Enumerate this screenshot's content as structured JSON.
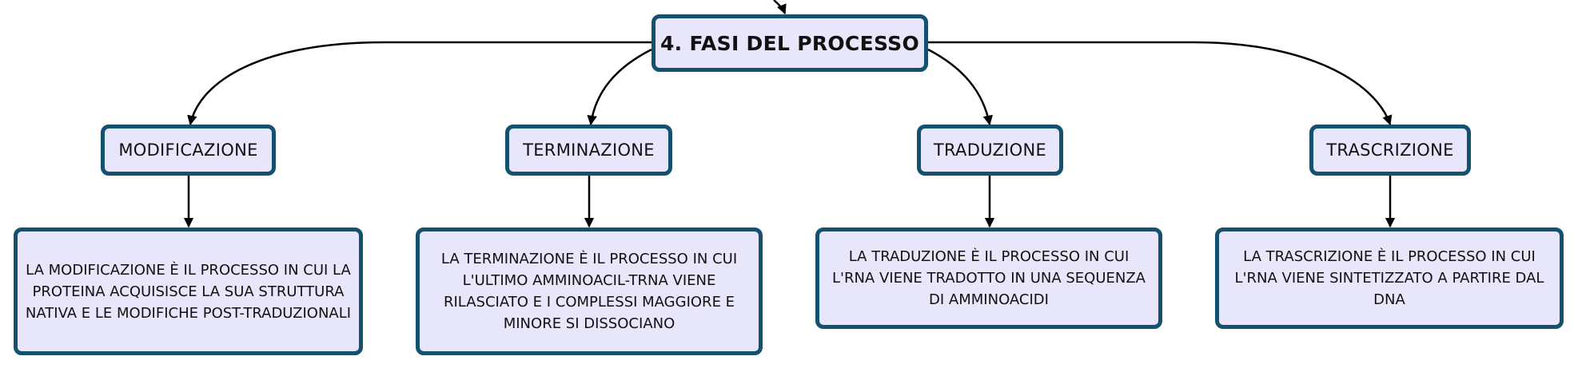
{
  "root": {
    "label": "4. FASI DEL PROCESSO"
  },
  "phases": [
    {
      "label": "MODIFICAZIONE",
      "description": "LA MODIFICAZIONE È IL PROCESSO IN CUI LA PROTEINA ACQUISISCE LA SUA STRUTTURA NATIVA E LE MODIFICHE POST-TRADUZIONALI"
    },
    {
      "label": "TERMINAZIONE",
      "description": "LA TERMINAZIONE È IL PROCESSO IN CUI L'ULTIMO AMMINOACIL-TRNA VIENE RILASCIATO E I COMPLESSI MAGGIORE E MINORE SI DISSOCIANO"
    },
    {
      "label": "TRADUZIONE",
      "description": "LA TRADUZIONE È IL PROCESSO IN CUI L'RNA VIENE TRADOTTO IN UNA SEQUENZA DI AMMINOACIDI"
    },
    {
      "label": "TRASCRIZIONE",
      "description": "LA TRASCRIZIONE È IL PROCESSO IN CUI L'RNA VIENE SINTETIZZATO A PARTIRE DAL DNA"
    }
  ],
  "colors": {
    "node_fill": "#e8e6fb",
    "node_border": "#14506f",
    "connector": "#000000"
  }
}
